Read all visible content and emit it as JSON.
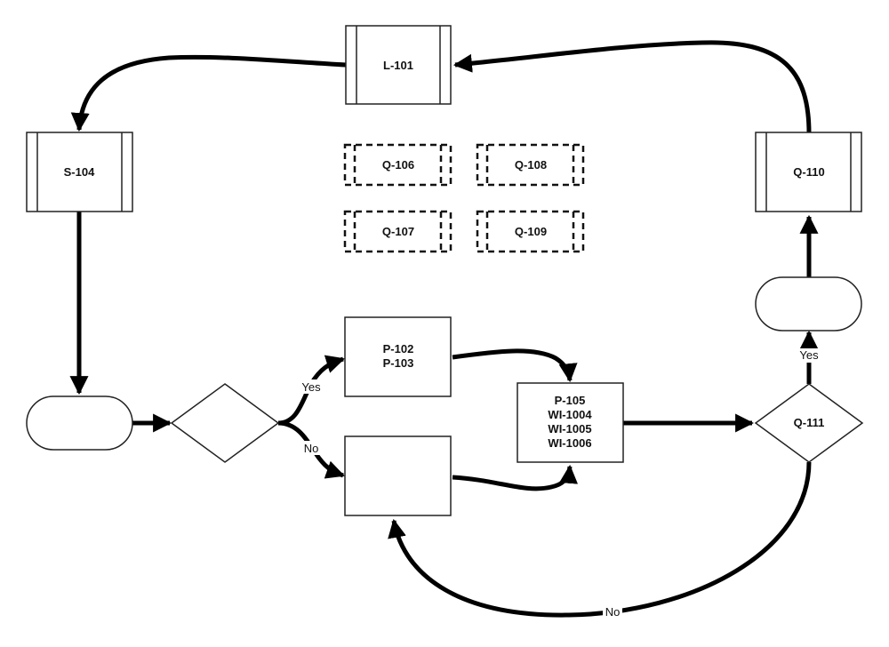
{
  "diagram": {
    "nodes": {
      "l101": {
        "label": "L-101",
        "type": "predefined-process"
      },
      "s104": {
        "label": "S-104",
        "type": "predefined-process"
      },
      "q110": {
        "label": "Q-110",
        "type": "predefined-process"
      },
      "q106": {
        "label": "Q-106",
        "type": "predefined-process-dashed"
      },
      "q107": {
        "label": "Q-107",
        "type": "predefined-process-dashed"
      },
      "q108": {
        "label": "Q-108",
        "type": "predefined-process-dashed"
      },
      "q109": {
        "label": "Q-109",
        "type": "predefined-process-dashed"
      },
      "terminal_left": {
        "label": "",
        "type": "terminal"
      },
      "terminal_right": {
        "label": "",
        "type": "terminal"
      },
      "decision_left": {
        "label": "",
        "type": "decision"
      },
      "q111": {
        "label": "Q-111",
        "type": "decision"
      },
      "p102_p103": {
        "lines": [
          "P-102",
          "P-103"
        ],
        "type": "process"
      },
      "process_blank": {
        "label": "",
        "type": "process"
      },
      "p105_wi": {
        "lines": [
          "P-105",
          "WI-1004",
          "WI-1005",
          "WI-1006"
        ],
        "type": "process"
      }
    },
    "edges": [
      {
        "from": "q110",
        "to": "l101",
        "label": ""
      },
      {
        "from": "l101",
        "to": "s104",
        "label": ""
      },
      {
        "from": "s104",
        "to": "terminal_left",
        "label": ""
      },
      {
        "from": "terminal_left",
        "to": "decision_left",
        "label": ""
      },
      {
        "from": "decision_left",
        "to": "p102_p103",
        "label": "Yes"
      },
      {
        "from": "decision_left",
        "to": "process_blank",
        "label": "No"
      },
      {
        "from": "p102_p103",
        "to": "p105_wi",
        "label": ""
      },
      {
        "from": "process_blank",
        "to": "p105_wi",
        "label": ""
      },
      {
        "from": "p105_wi",
        "to": "q111",
        "label": ""
      },
      {
        "from": "q111",
        "to": "terminal_right",
        "label": "Yes"
      },
      {
        "from": "terminal_right",
        "to": "q110",
        "label": ""
      },
      {
        "from": "q111",
        "to": "process_blank",
        "label": "No"
      }
    ],
    "edge_labels": {
      "yes_left": "Yes",
      "no_left": "No",
      "yes_right": "Yes",
      "no_bottom": "No"
    }
  }
}
